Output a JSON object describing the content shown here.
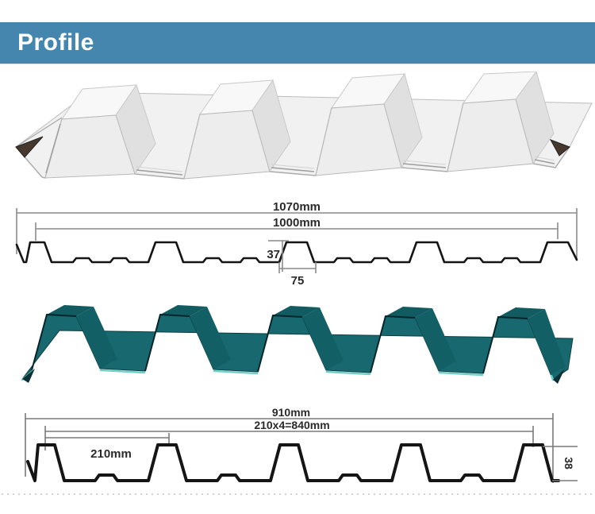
{
  "header": {
    "title": "Profile",
    "bg_color": "#4486ad",
    "text_color": "#ffffff"
  },
  "illustrations": {
    "white_sheet": {
      "name": "white corrugated roofing sheet",
      "body_color": "#f1f1f1",
      "rib_top_color": "#f8f8f8",
      "rib_face_color": "#ededed",
      "rib_shade_color": "#e0e0e0",
      "accent_line_color": "#9e9e9e",
      "tip_color": "#46382c"
    },
    "teal_sheet": {
      "name": "teal corrugated roofing sheet",
      "body_color": "#17696f",
      "rib_top_color": "#115b61",
      "rib_shade_color": "#135f66",
      "shadow_edge_color": "#04252a",
      "highlight_color": "#74cfc8",
      "tip_color": "#0a3236"
    }
  },
  "diagram1": {
    "overall_width_label": "1070mm",
    "cover_width_label": "1000mm",
    "rib_height_label": "37",
    "rib_width_label": "75",
    "profile_color": "#151515",
    "dim_color": "#8a8a8a"
  },
  "diagram2": {
    "overall_width_label": "910mm",
    "module_label": "210x4=840mm",
    "pitch_label": "210mm",
    "rib_height_label": "38",
    "profile_color": "#151515",
    "dim_color": "#7a7a7a"
  }
}
